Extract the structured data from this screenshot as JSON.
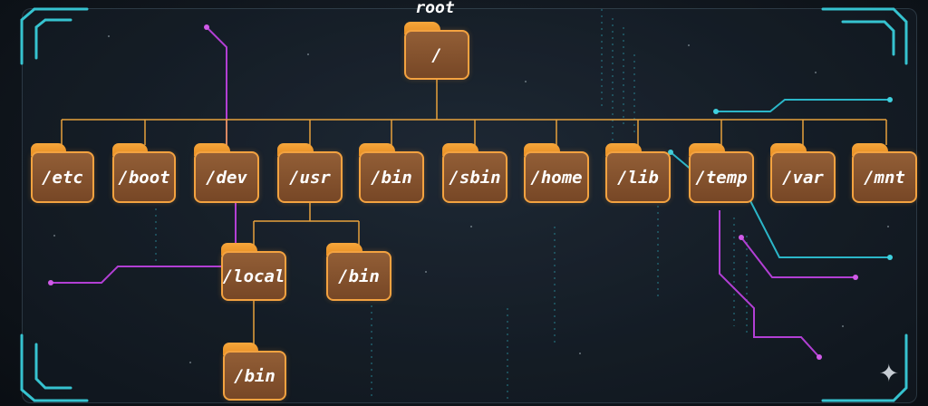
{
  "root": {
    "title": "root",
    "folder": "/"
  },
  "top_level": [
    "/etc",
    "/boot",
    "/dev",
    "/usr",
    "/bin",
    "/sbin",
    "/home",
    "/lib",
    "/temp",
    "/var",
    "/mnt"
  ],
  "usr_children": [
    "/local",
    "/bin"
  ],
  "local_children": [
    "/bin"
  ],
  "colors": {
    "folder_fill": "#86532d",
    "folder_border": "#f3a240",
    "folder_tab": "#f29a30",
    "connector": "#e7a13c",
    "circuit_purple": "#b23fd4",
    "circuit_cyan": "#2bb6c8",
    "frame_cyan": "#36c3d0",
    "background": "#141b22"
  },
  "icons": {
    "corner": "sparkle-icon"
  }
}
